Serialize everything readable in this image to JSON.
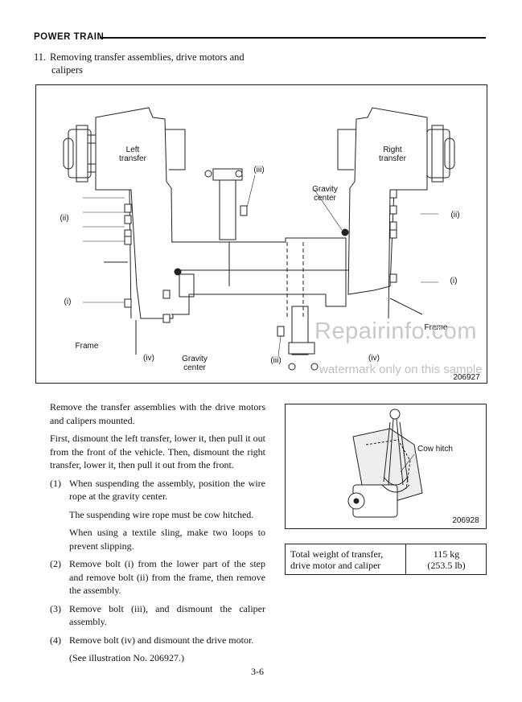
{
  "header": {
    "title": "POWER TRAIN"
  },
  "section": {
    "number": "11.",
    "title_line1": "Removing transfer assemblies, drive motors and",
    "title_line2": "calipers"
  },
  "figure1": {
    "labels": {
      "left_transfer": "Left\ntransfer",
      "right_transfer": "Right\ntransfer",
      "gravity_center_top": "Gravity\ncenter",
      "gravity_center_bottom": "Gravity\ncenter",
      "frame_left": "Frame",
      "frame_right": "Frame",
      "i_left": "(i)",
      "i_right": "(i)",
      "ii_left": "(ii)",
      "ii_right": "(ii)",
      "iii_top": "(iii)",
      "iii_bottom": "(iii)",
      "iv_left": "(iv)",
      "iv_right": "(iv)"
    },
    "number": "206927",
    "watermark_main": "Repairinfo.com",
    "watermark_sub": "watermark only on this sample"
  },
  "body": {
    "intro": "Remove the transfer assemblies with the drive motors and calipers mounted.",
    "para2": "First, dismount the left transfer, lower it, then pull it out from the front of the vehicle.  Then, dismount the right transfer, lower it, then pull it out from the front.",
    "step1_num": "(1)",
    "step1": "When suspending the assembly, position the wire rope at the gravity center.",
    "step1_sub1": "The suspending wire rope must be cow hitched.",
    "step1_sub2": "When using a textile sling, make two loops to prevent slipping.",
    "step2_num": "(2)",
    "step2": "Remove bolt (i) from the lower part of the step and remove bolt (ii) from the frame, then remove the assembly.",
    "step3_num": "(3)",
    "step3": "Remove bolt (iii), and dismount the caliper assembly.",
    "step4_num": "(4)",
    "step4": "Remove bolt (iv) and dismount the drive motor.",
    "step4_sub": "(See illustration No. 206927.)"
  },
  "figure2": {
    "label": "Cow hitch",
    "number": "206928"
  },
  "weight_table": {
    "label_line1": "Total weight of transfer,",
    "label_line2": "drive motor and caliper",
    "value_kg": "115 kg",
    "value_lb": "(253.5 lb)"
  },
  "page_number": "3-6"
}
